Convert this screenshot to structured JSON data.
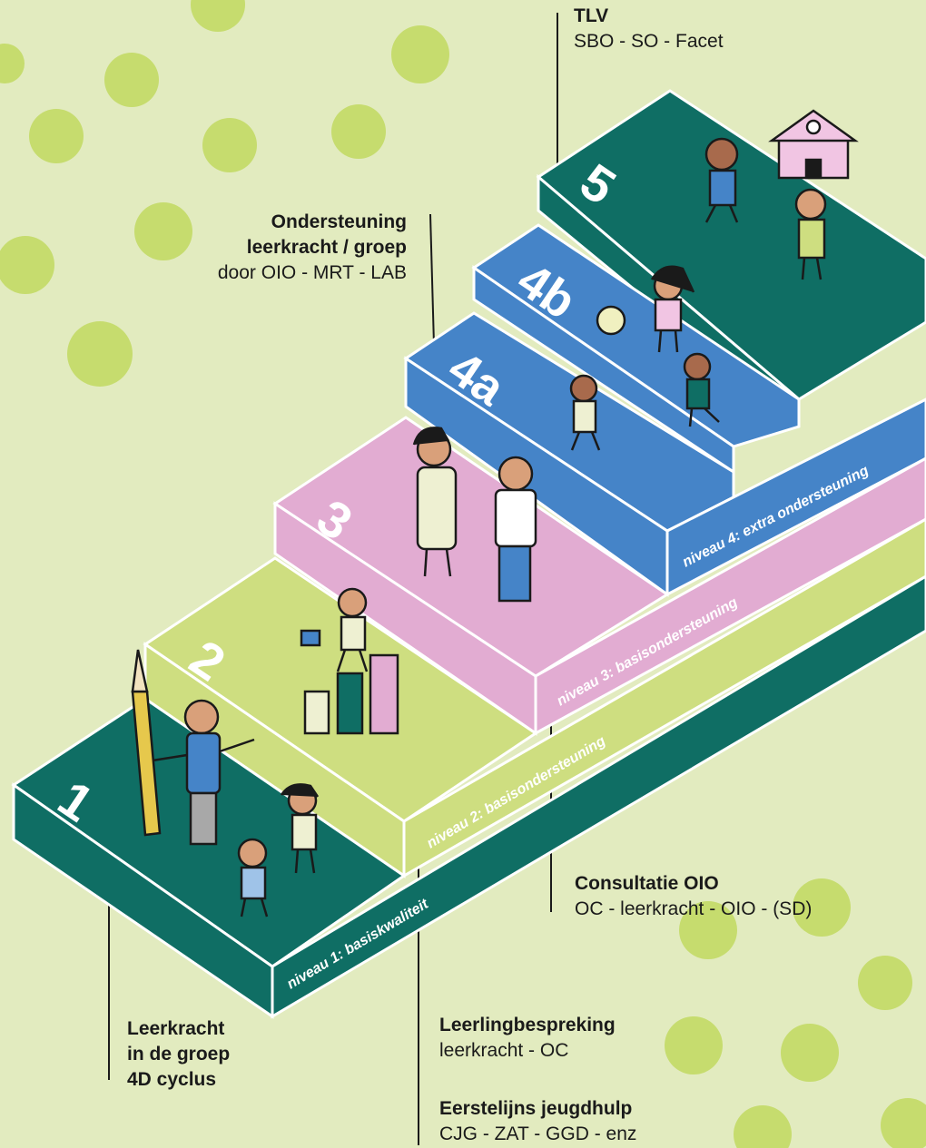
{
  "colors": {
    "background": "#e2ebbf",
    "dot": "#c6dc6e",
    "teal": "#0f6e64",
    "lime": "#cede80",
    "pink": "#e2acd2",
    "blue": "#4584c8",
    "ink": "#1a1a1a"
  },
  "steps": [
    {
      "number": "1",
      "band": "niveau 1: basiskwaliteit"
    },
    {
      "number": "2",
      "band": "niveau 2: basisondersteuning"
    },
    {
      "number": "3",
      "band": "niveau 3: basisondersteuning"
    },
    {
      "number": "4a",
      "band": "niveau 4: extra ondersteuning"
    },
    {
      "number": "4b",
      "band": ""
    },
    {
      "number": "5",
      "band": ""
    }
  ],
  "callouts": {
    "tlv": {
      "heading": "TLV",
      "sub": "SBO - SO - Facet"
    },
    "ondersteuning": {
      "heading1": "Ondersteuning",
      "heading2": "leerkracht / groep",
      "sub": "door OIO - MRT - LAB"
    },
    "consultatie": {
      "heading": "Consultatie OIO",
      "sub": "OC - leerkracht - OIO - (SD)"
    },
    "leerkracht": {
      "line1": "Leerkracht",
      "line2": "in de groep",
      "line3": "4D cyclus"
    },
    "leerlingbespreking": {
      "heading": "Leerlingbespreking",
      "sub": "leerkracht - OC"
    },
    "eerstelijns": {
      "heading": "Eerstelijns jeugdhulp",
      "sub": "CJG - ZAT - GGD - enz"
    }
  }
}
